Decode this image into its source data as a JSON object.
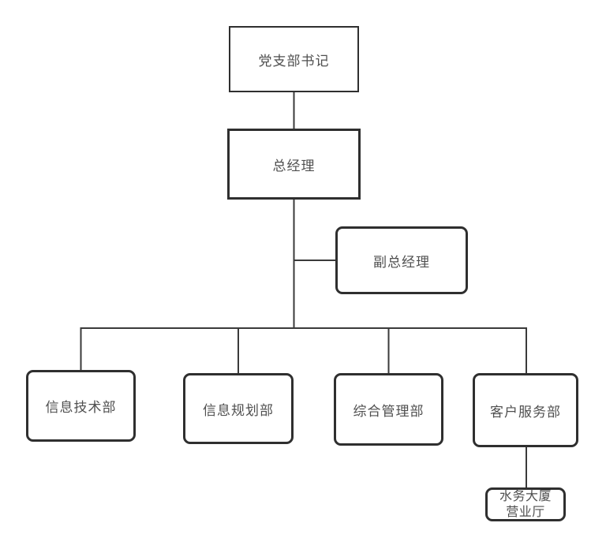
{
  "diagram": {
    "type": "org-chart",
    "background": "#ffffff",
    "line_color": "#3a3a3a",
    "border_color": "#2f2f2f",
    "text_color": "#4f4f4f",
    "nodes": [
      {
        "id": "party-secretary",
        "label": "党支部书记",
        "shape": "rect"
      },
      {
        "id": "general-manager",
        "label": "总经理",
        "shape": "rect"
      },
      {
        "id": "deputy-general-manager",
        "label": "副总经理",
        "shape": "rounded"
      },
      {
        "id": "info-tech-dept",
        "label": "信息技术部",
        "shape": "rounded"
      },
      {
        "id": "info-planning-dept",
        "label": "信息规划部",
        "shape": "rounded"
      },
      {
        "id": "general-admin-dept",
        "label": "综合管理部",
        "shape": "rounded"
      },
      {
        "id": "customer-service-dept",
        "label": "客户服务部",
        "shape": "rounded"
      },
      {
        "id": "water-building-hall",
        "label": "水务大厦营业厅",
        "label_lines": [
          "水务大厦",
          "营业厅"
        ],
        "shape": "rounded"
      }
    ],
    "edges": [
      {
        "from": "party-secretary",
        "to": "general-manager"
      },
      {
        "from": "general-manager",
        "to": "deputy-general-manager"
      },
      {
        "from": "general-manager",
        "to": "info-tech-dept"
      },
      {
        "from": "general-manager",
        "to": "info-planning-dept"
      },
      {
        "from": "general-manager",
        "to": "general-admin-dept"
      },
      {
        "from": "general-manager",
        "to": "customer-service-dept"
      },
      {
        "from": "customer-service-dept",
        "to": "water-building-hall"
      }
    ]
  }
}
